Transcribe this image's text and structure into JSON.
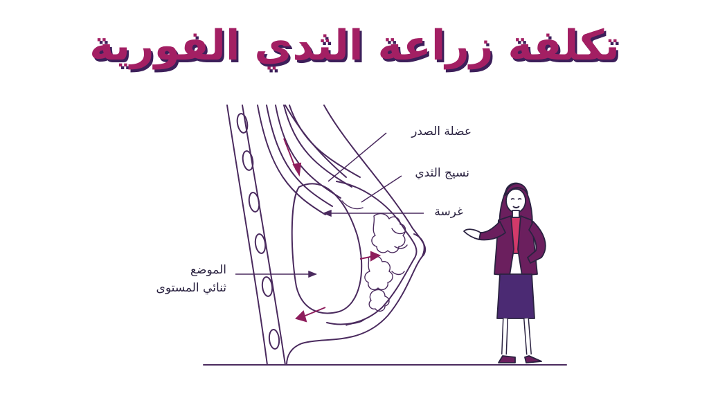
{
  "title": "تكلفة زراعة الثدي الفورية",
  "labels": {
    "pectoral_muscle": "عضلة الصدر",
    "breast_tissue": "نسيج الثدي",
    "implant": "غرسة",
    "position_line1": "الموضع",
    "position_line2": "ثنائي المستوى"
  },
  "colors": {
    "title": "#a31f63",
    "title_shadow": "#3d1f5a",
    "line": "#4a2a5e",
    "accent": "#8e1d5c",
    "suit": "#6b1f5e",
    "skirt": "#4b2a73",
    "shirt": "#d23a6a"
  }
}
